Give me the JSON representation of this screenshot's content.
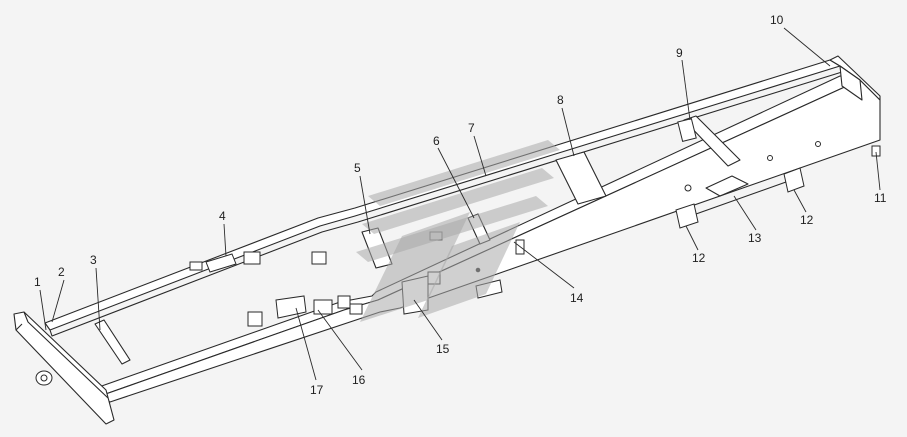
{
  "callouts": [
    {
      "id": "c1",
      "label": "1"
    },
    {
      "id": "c2",
      "label": "2"
    },
    {
      "id": "c3",
      "label": "3"
    },
    {
      "id": "c4",
      "label": "4"
    },
    {
      "id": "c5",
      "label": "5"
    },
    {
      "id": "c6",
      "label": "6"
    },
    {
      "id": "c7",
      "label": "7"
    },
    {
      "id": "c8",
      "label": "8"
    },
    {
      "id": "c9",
      "label": "9"
    },
    {
      "id": "c10",
      "label": "10"
    },
    {
      "id": "c11",
      "label": "11"
    },
    {
      "id": "c12a",
      "label": "12"
    },
    {
      "id": "c12b",
      "label": "12"
    },
    {
      "id": "c13",
      "label": "13"
    },
    {
      "id": "c14",
      "label": "14"
    },
    {
      "id": "c15",
      "label": "15"
    },
    {
      "id": "c16",
      "label": "16"
    },
    {
      "id": "c17",
      "label": "17"
    }
  ],
  "colors": {
    "line": "#2a2a2a",
    "background": "#f4f4f4",
    "watermark": "#a9a9a9"
  }
}
